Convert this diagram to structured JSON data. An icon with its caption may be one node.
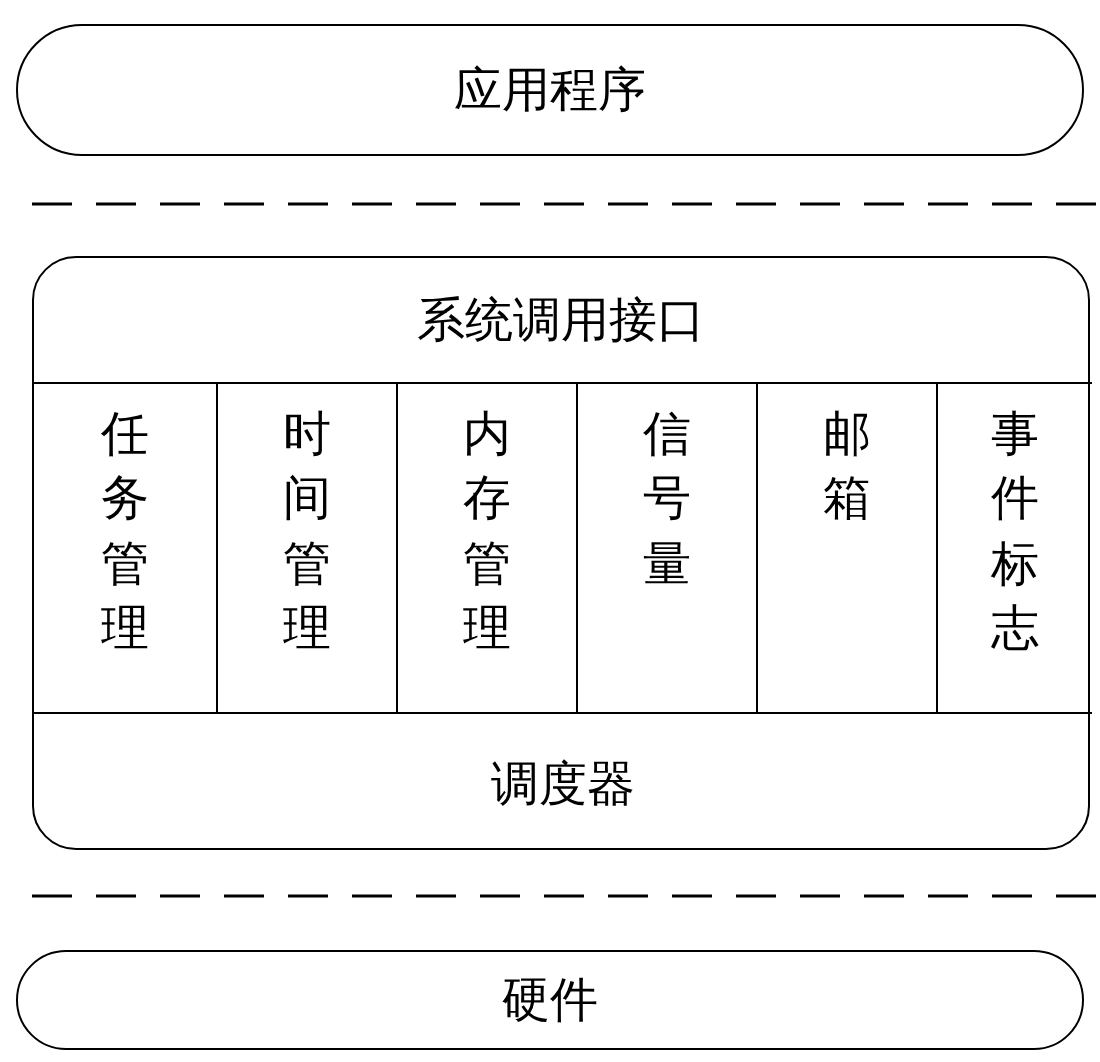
{
  "diagram": {
    "nodes": [
      {
        "text": [
          "应用程序"
        ]
      },
      {
        "text": [
          "系统调用接口"
        ]
      },
      {
        "text": [
          "任务管理"
        ],
        "in": 1
      },
      {
        "text": [
          "时间管理"
        ],
        "in": 1
      },
      {
        "text": [
          "内存管理"
        ],
        "in": 1
      },
      {
        "text": [
          "信号量"
        ],
        "in": 1
      },
      {
        "text": [
          "邮箱"
        ],
        "in": 1
      },
      {
        "text": [
          "事件标志"
        ],
        "in": 1
      },
      {
        "text": [
          "调度器"
        ],
        "in": 1
      },
      {
        "text": [
          "硬件"
        ]
      }
    ]
  }
}
